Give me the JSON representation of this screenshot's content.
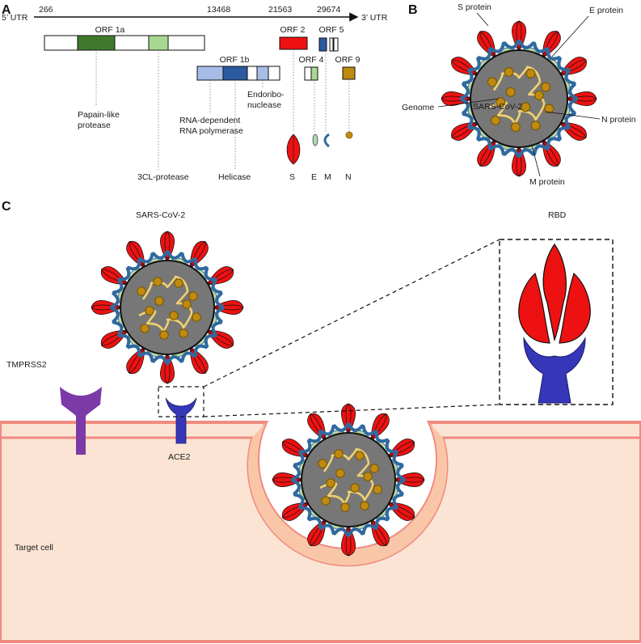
{
  "panels": {
    "a": "A",
    "b": "B",
    "c": "C"
  },
  "genome": {
    "utr5": "5’ UTR",
    "utr3": "3’ UTR",
    "positions": [
      "266",
      "13468",
      "21563",
      "29674"
    ]
  },
  "orfs": {
    "orf1a": "ORF 1a",
    "orf1b": "ORF 1b",
    "orf2": "ORF 2",
    "orf4": "ORF 4",
    "orf5": "ORF 5",
    "orf9": "ORF 9"
  },
  "proteins": {
    "papain": [
      "Papain-like",
      "protease"
    ],
    "cl3": "3CL-protease",
    "rdrp": [
      "RNA-dependent",
      "RNA polymerase"
    ],
    "helicase": "Helicase",
    "endo": [
      "Endoribo-",
      "nuclease"
    ],
    "s": "S",
    "e": "E",
    "m": "M",
    "n": "N"
  },
  "structure": {
    "s_protein": "S protein",
    "e_protein": "E protein",
    "genome": "Genome",
    "virus": "SARS-CoV-2",
    "n_protein": "N protein",
    "m_protein": "M protein"
  },
  "entry": {
    "virus": "SARS-CoV-2",
    "rbd": "RBD",
    "tmprss2": "TMPRSS2",
    "ace2": "ACE2",
    "target_cell": "Target cell"
  },
  "colors": {
    "spike": "#ee1111",
    "envelope": "#b8d8a8",
    "membrane": "#2f6aa0",
    "nucleocapsid": "#c08a10",
    "virion_core": "#777777",
    "rna": "#f0d070",
    "ace2": "#3636b8",
    "tmprss2": "#7b3aa8",
    "cell_fill": "#fbe4d4",
    "cell_border": "#f08a80",
    "orf1a_dark": "#3f7a2c",
    "orf1a_light": "#a8d890",
    "orf1b_light": "#a8bce8",
    "orf1b_dark": "#2b5aa0",
    "orf5": "#2b5aa0",
    "orf9": "#c08a10"
  }
}
